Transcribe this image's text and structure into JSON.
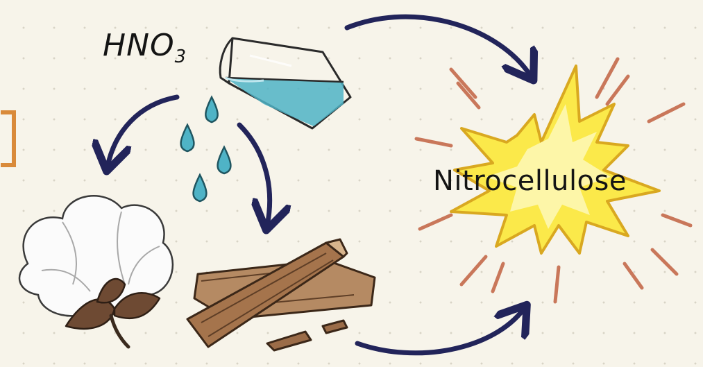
{
  "reagent": {
    "formula_base": "HNO",
    "formula_subscript": "3"
  },
  "product": {
    "label": "Nitrocellulose"
  },
  "icons": {
    "beaker": "beaker-icon",
    "drops": "acid-drop-icon",
    "cotton": "cotton-boll-icon",
    "wood": "wood-log-icon",
    "burst": "explosion-burst-icon"
  },
  "colors": {
    "arrow": "#22245a",
    "acid": "#4fb3c6",
    "burst_fill": "#fbe94a",
    "burst_stroke": "#d9a820",
    "rays": "#c9775a",
    "wood": "#9b6c48",
    "bracket": "#d98a3a"
  }
}
